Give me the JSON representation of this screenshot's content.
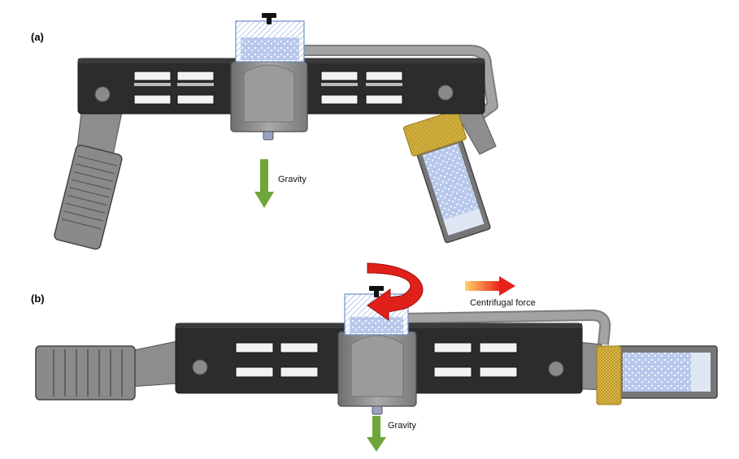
{
  "panel_a": {
    "label": "(a)",
    "gravity_label": "Gravity"
  },
  "panel_b": {
    "label": "(b)",
    "gravity_label": "Gravity",
    "centrifugal_label": "Centrifugal force"
  },
  "colors": {
    "bar_dark": "#2b2b2b",
    "bar_frame": "#3a3a3a",
    "housing_grey": "#8a8a8a",
    "tube_grey": "#9a9a9a",
    "liquid_blue": "#b8c8ec",
    "mesh_gold": "#d8b23a",
    "gravity_green": "#6fa63a",
    "rotation_red": "#e0201a",
    "centrifugal_orange": "#f07a1a"
  }
}
